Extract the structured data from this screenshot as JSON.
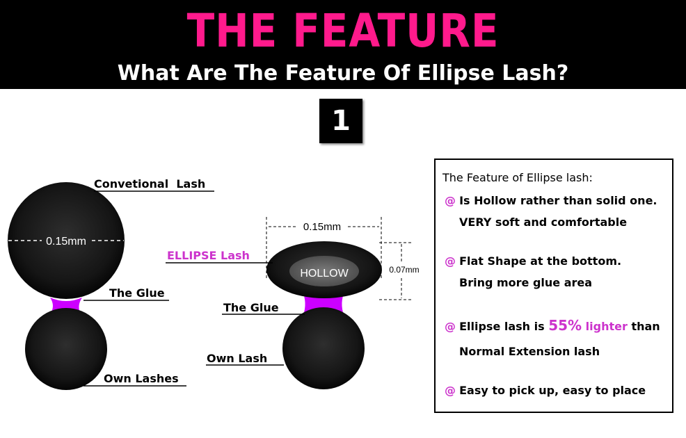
{
  "banner": {
    "title": "THE FEATURE",
    "subtitle": "What Are The Feature Of Ellipse Lash?"
  },
  "step_number": "1",
  "colors": {
    "accent_pink": "#ff1a8c",
    "glue_purple": "#cc00ff",
    "label_pink": "#cc33cc"
  },
  "left_diagram": {
    "conventional_label": "Convetional  Lash",
    "diameter_label": "0.15mm",
    "glue_label": "The Glue",
    "own_label": "Own Lashes"
  },
  "middle_diagram": {
    "width_label": "0.15mm",
    "ellipse_label": "ELLIPSE Lash",
    "hollow_label": "HOLLOW",
    "height_label": "0.07mm",
    "glue_label": "The Glue",
    "own_label": "Own Lash"
  },
  "info": {
    "title": "The Feature of Ellipse lash:",
    "bullet_marker": "@",
    "item1_line1": "Is Hollow rather than solid one.",
    "item1_line2": "VERY soft and comfortable",
    "item2_line1": "Flat Shape at the bottom.",
    "item2_line2": "Bring more glue area",
    "item3_prefix": "Ellipse lash is ",
    "item3_pct": "55%",
    "item3_lighter": " lighter",
    "item3_suffix": " than",
    "item3_line2": "Normal Extension lash",
    "item4_line1": "Easy to pick up, easy to place"
  }
}
